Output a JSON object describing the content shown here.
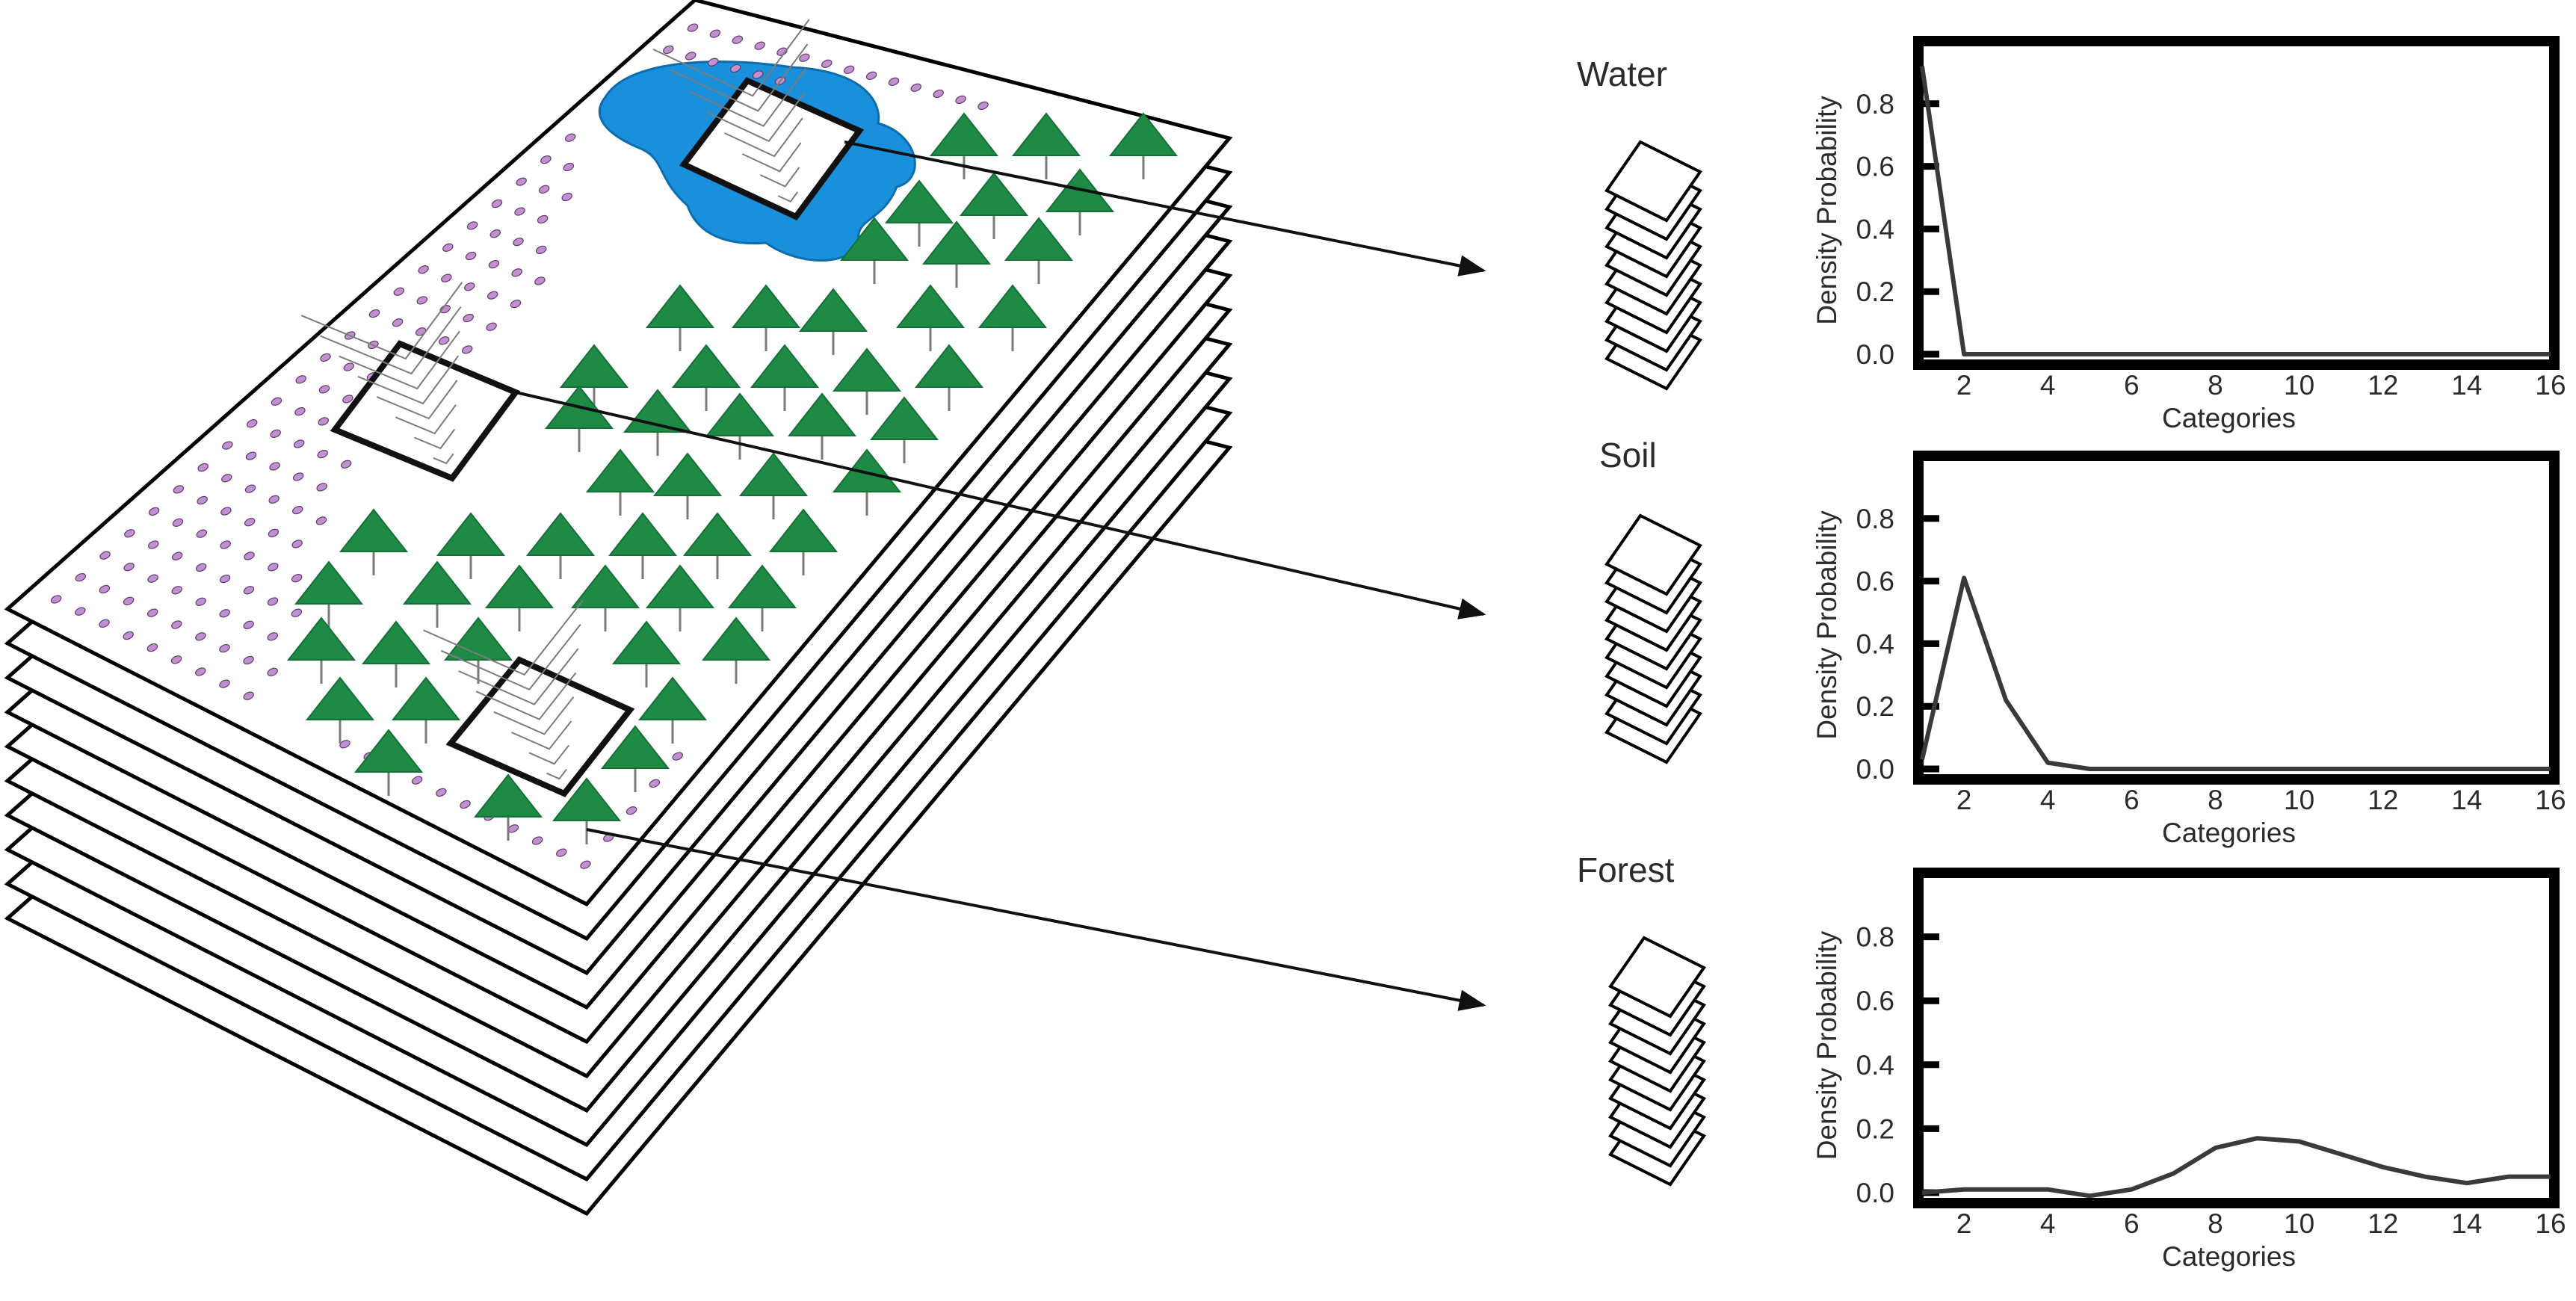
{
  "colors": {
    "water": "#1a8fdc",
    "tree": "#1e8a46",
    "dot": "#c48fd0",
    "line": "#3a3a3a"
  },
  "icons": {
    "tree": "tree-icon",
    "dot": "field-dot-icon",
    "stack": "layer-stack-icon"
  },
  "classes": [
    {
      "id": "water",
      "label": "Water"
    },
    {
      "id": "soil",
      "label": "Soil"
    },
    {
      "id": "forest",
      "label": "Forest"
    }
  ],
  "chart_data": [
    {
      "type": "line",
      "xlabel": "Categories",
      "ylabel": "Density Probability",
      "xlim": [
        1,
        16
      ],
      "ylim": [
        0,
        1.0
      ],
      "xticks": [
        2,
        4,
        6,
        8,
        10,
        12,
        14,
        16
      ],
      "yticks": [
        0.0,
        0.2,
        0.4,
        0.6,
        0.8
      ],
      "ytick_labels": [
        "0.0",
        "0.2",
        "0.4",
        "0.6",
        "0.8"
      ],
      "x": [
        1,
        2,
        3,
        4,
        5,
        6,
        7,
        8,
        9,
        10,
        11,
        12,
        13,
        14,
        15,
        16
      ],
      "y": [
        0.92,
        0.0,
        0.0,
        0.0,
        0.0,
        0.0,
        0.0,
        0.0,
        0.0,
        0.0,
        0.0,
        0.0,
        0.0,
        0.0,
        0.0,
        0.0
      ]
    },
    {
      "type": "line",
      "xlabel": "Categories",
      "ylabel": "Density Probability",
      "xlim": [
        1,
        16
      ],
      "ylim": [
        0,
        1.0
      ],
      "xticks": [
        2,
        4,
        6,
        8,
        10,
        12,
        14,
        16
      ],
      "yticks": [
        0.0,
        0.2,
        0.4,
        0.6,
        0.8
      ],
      "ytick_labels": [
        "0.0",
        "0.2",
        "0.4",
        "0.6",
        "0.8"
      ],
      "x": [
        1,
        2,
        3,
        4,
        5,
        6,
        7,
        8,
        9,
        10,
        11,
        12,
        13,
        14,
        15,
        16
      ],
      "y": [
        0.03,
        0.61,
        0.22,
        0.02,
        0.0,
        0.0,
        0.0,
        0.0,
        0.0,
        0.0,
        0.0,
        0.0,
        0.0,
        0.0,
        0.0,
        0.0
      ]
    },
    {
      "type": "line",
      "xlabel": "Categories",
      "ylabel": "Density Probability",
      "xlim": [
        1,
        16
      ],
      "ylim": [
        0,
        1.0
      ],
      "xticks": [
        2,
        4,
        6,
        8,
        10,
        12,
        14,
        16
      ],
      "yticks": [
        0.0,
        0.2,
        0.4,
        0.6,
        0.8
      ],
      "ytick_labels": [
        "0.0",
        "0.2",
        "0.4",
        "0.6",
        "0.8"
      ],
      "x": [
        1,
        2,
        3,
        4,
        5,
        6,
        7,
        8,
        9,
        10,
        11,
        12,
        13,
        14,
        15,
        16
      ],
      "y": [
        0.0,
        0.01,
        0.01,
        0.01,
        -0.01,
        0.01,
        0.06,
        0.14,
        0.17,
        0.16,
        0.12,
        0.08,
        0.05,
        0.03,
        0.05,
        0.05
      ]
    }
  ]
}
